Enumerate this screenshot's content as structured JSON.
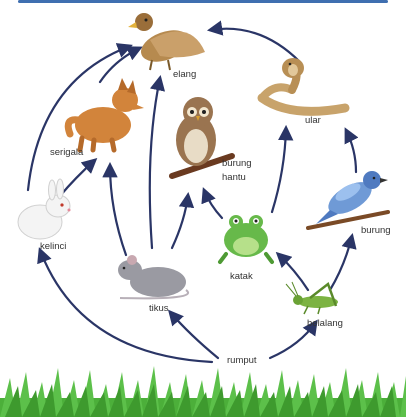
{
  "food_web": {
    "organisms": {
      "elang": "elang",
      "ular": "ular",
      "serigala": "serigala",
      "burung_hantu_1": "burung",
      "burung_hantu_2": "hantu",
      "kelinci": "kelinci",
      "burung": "burung",
      "katak": "katak",
      "tikus": "tikus",
      "belalang": "belalang",
      "rumput": "rumput"
    },
    "relations": [
      {
        "from": "rumput",
        "to": "kelinci"
      },
      {
        "from": "rumput",
        "to": "tikus"
      },
      {
        "from": "rumput",
        "to": "belalang"
      },
      {
        "from": "kelinci",
        "to": "serigala"
      },
      {
        "from": "kelinci",
        "to": "elang"
      },
      {
        "from": "tikus",
        "to": "serigala"
      },
      {
        "from": "tikus",
        "to": "elang"
      },
      {
        "from": "tikus",
        "to": "burung hantu"
      },
      {
        "from": "serigala",
        "to": "elang"
      },
      {
        "from": "katak",
        "to": "burung hantu"
      },
      {
        "from": "katak",
        "to": "ular"
      },
      {
        "from": "belalang",
        "to": "katak"
      },
      {
        "from": "belalang",
        "to": "burung"
      },
      {
        "from": "burung",
        "to": "ular"
      },
      {
        "from": "ular",
        "to": "elang"
      }
    ]
  },
  "colors": {
    "arrow": "#2a3566",
    "grass": "#4caf3a",
    "header_bar": "#3f6fb0"
  }
}
